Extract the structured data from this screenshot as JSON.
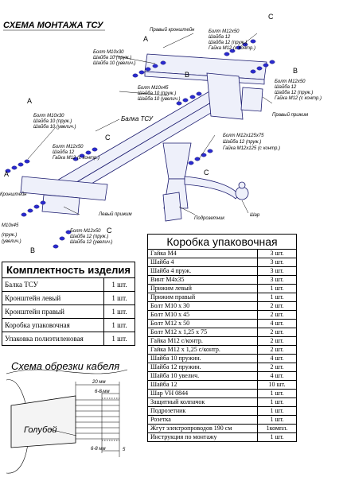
{
  "title": "СХЕМА МОНТАЖА ТСУ",
  "callouts": {
    "top_right_bracket": [
      "Правый кронштейн"
    ],
    "top_nuts": [
      "Болт М12х50",
      "Шайба 12",
      "Шайба 12 (пруж.)",
      "Гайка М12 (с контр.)"
    ],
    "top_left_bolts": [
      "Болт М10х30",
      "Шайба 10 (пруж.)",
      "Шайба 10 (увелич.)"
    ],
    "mid_bolts": [
      "Болт М10х45",
      "Шайба 10 (пруж.)",
      "Шайба 10 (увелич.)"
    ],
    "right_nuts": [
      "Болт М12х50",
      "Шайба 12",
      "Шайба 12 (пруж.)",
      "Гайка М12 (с контр.)"
    ],
    "right_plank": [
      "Правый прижим"
    ],
    "tsu_beam": [
      "Балка ТСУ"
    ],
    "left_bolts": [
      "Болт М10х30",
      "Шайба 10 (пруж.)",
      "Шайба 10 (увелич.)"
    ],
    "left_nuts": [
      "Болт М12х50",
      "Шайба 12",
      "Гайка М12 (с контр.)"
    ],
    "ball_bolts": [
      "Болт М12х125х75",
      "Шайба 12 (пруж.)",
      "Гайка М12х125 (с контр.)"
    ],
    "left_bracket": [
      "Кронштейн"
    ],
    "left_plank": [
      "Левый прижим"
    ],
    "bottom_left_bolts": [
      "М10х45",
      "(пруж.)",
      "(увелич.)"
    ],
    "bottom_nuts": [
      "Болт М12х50",
      "Шайба 12 (пруж.)",
      "Шайба 12 (увелич.)"
    ],
    "socket_holder": [
      "Подрозетник"
    ],
    "ball": [
      "Шар"
    ],
    "letters": [
      "A",
      "C",
      "B",
      "A",
      "C",
      "B",
      "C",
      "A",
      "C",
      "B"
    ]
  },
  "box": {
    "title": "Коробка упаковочная",
    "items": [
      {
        "name": "Гайка М4",
        "qty": "3 шт."
      },
      {
        "name": "Шайба 4",
        "qty": "3 шт."
      },
      {
        "name": "Шайба 4 пруж.",
        "qty": "3 шт."
      },
      {
        "name": "Винт М4х35",
        "qty": "3 шт."
      },
      {
        "name": "Прижим левый",
        "qty": "1 шт."
      },
      {
        "name": "Прижим правый",
        "qty": "1 шт."
      },
      {
        "name": "Болт М10 х 30",
        "qty": "2 шт."
      },
      {
        "name": "Болт М10 х 45",
        "qty": "2 шт."
      },
      {
        "name": "Болт М12 х 50",
        "qty": "4 шт."
      },
      {
        "name": "Болт М12 х 1,25 х 75",
        "qty": "2 шт."
      },
      {
        "name": "Гайка М12 с/контр.",
        "qty": "2 шт."
      },
      {
        "name": "Гайка М12 х 1,25 с/контр.",
        "qty": "2 шт."
      },
      {
        "name": "Шайба 10 пружин.",
        "qty": "4 шт."
      },
      {
        "name": "Шайба 12 пружин.",
        "qty": "2 шт."
      },
      {
        "name": "Шайба 10 увелич.",
        "qty": "4 шт."
      },
      {
        "name": "Шайба 12",
        "qty": "10 шт."
      },
      {
        "name": "Шар VH 0844",
        "qty": "1 шт."
      },
      {
        "name": "Защитный колпачок",
        "qty": "1 шт."
      },
      {
        "name": "Подрозетник",
        "qty": "1 шт."
      },
      {
        "name": "Розетка",
        "qty": "1 шт."
      },
      {
        "name": "Жгут электропроводов 190 см",
        "qty": "1компл."
      },
      {
        "name": "Инструкция по монтажу",
        "qty": "1 шт."
      }
    ]
  },
  "kit": {
    "title": "Комплектность изделия",
    "items": [
      {
        "name": "Балка ТСУ",
        "qty": "1 шт."
      },
      {
        "name": "Кронштейн левый",
        "qty": "1 шт."
      },
      {
        "name": "Кронштейн правый",
        "qty": "1 шт."
      },
      {
        "name": "Коробка упаковочная",
        "qty": "1 шт."
      },
      {
        "name": "Упаковка полиэтиленовая",
        "qty": "1 шт."
      }
    ]
  },
  "cable": {
    "title": "Схема обрезки кабеля",
    "dim_20": "20 мм",
    "dim_68_top": "6-8 мм",
    "dim_68_bot": "6-8 мм",
    "dim_5": "5",
    "wire_label": "Голубой"
  },
  "colors": {
    "bolt": "#2b2bd0",
    "line": "#1a1a6e"
  }
}
